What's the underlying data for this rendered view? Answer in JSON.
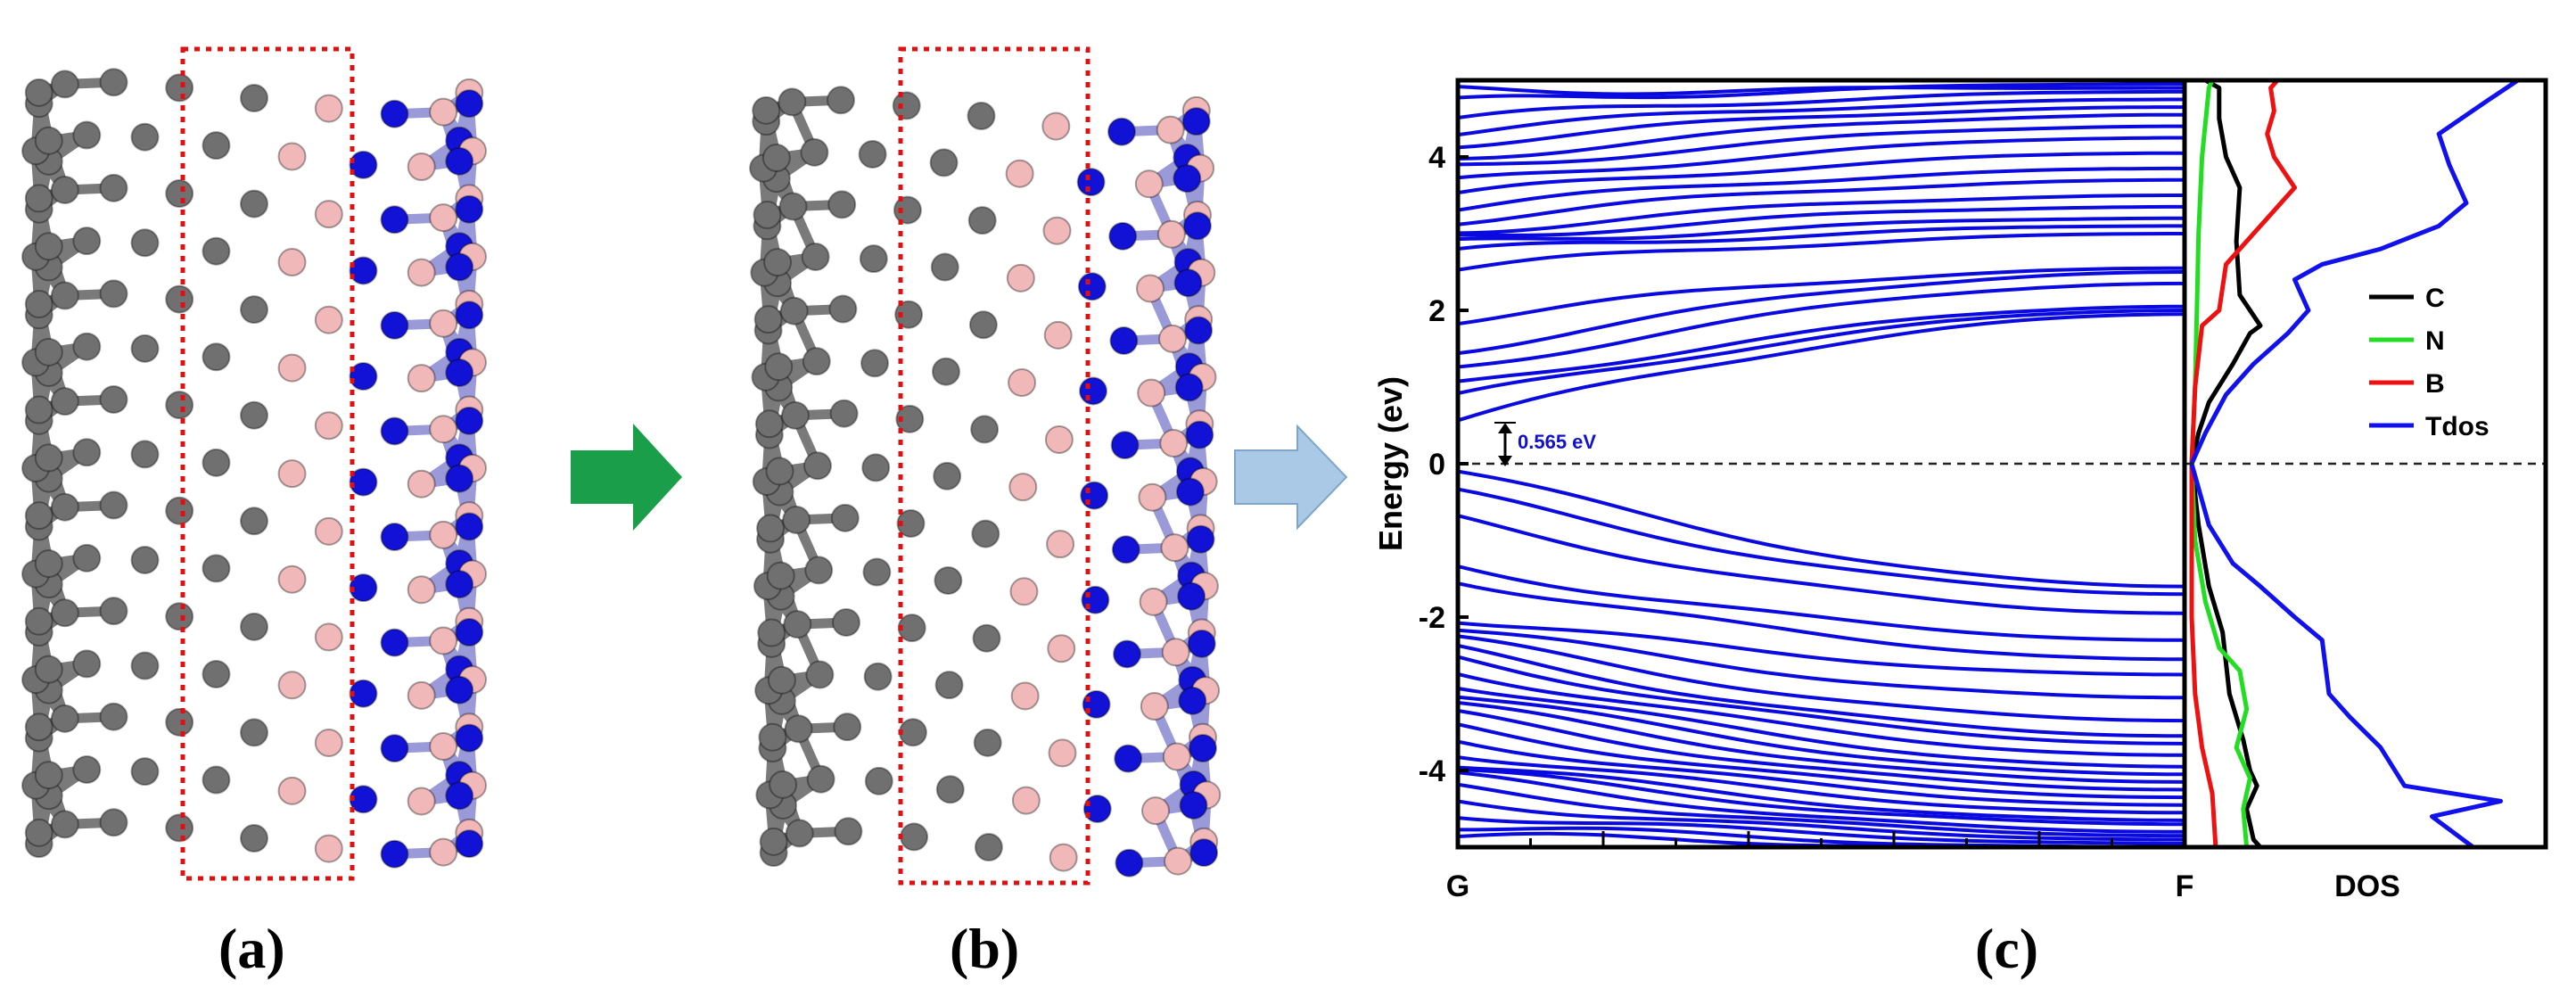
{
  "figure": {
    "labels": {
      "a": "(a)",
      "b": "(b)",
      "c": "(c)"
    }
  },
  "colors": {
    "carbon": "#707070",
    "nitrogen": "#1212d6",
    "boron": "#f0b8b8",
    "highlight_box": "#e01010",
    "band": "#0a0ae0",
    "green_arrow": "#1a9e4a",
    "blue_arrow": "#a9c9e6"
  },
  "chart_data": [
    {
      "type": "line",
      "name": "band-structure",
      "ylabel": "Energy (ev)",
      "ylim": [
        -5,
        5
      ],
      "yticks": [
        -4,
        -2,
        0,
        2,
        4
      ],
      "x_ticks_labeled": [
        "G",
        "F"
      ],
      "band_gap_label": "0.565 eV",
      "band_gap": 0.565,
      "fermi_level": 0,
      "conduction_bands_at_G": [
        0.565,
        0.85,
        1.0,
        1.25,
        1.5,
        1.9,
        2.55,
        2.75,
        2.85,
        2.95,
        3.05,
        3.2,
        3.35,
        3.5,
        3.65,
        3.85,
        4.0,
        4.2,
        4.35,
        4.5,
        4.7,
        4.85
      ],
      "conduction_bands_at_F": [
        1.95,
        2.0,
        2.05,
        2.35,
        2.5,
        2.55,
        3.0,
        3.1,
        3.2,
        3.35,
        3.5,
        3.7,
        3.85,
        4.05,
        4.25,
        4.4,
        4.55,
        4.65,
        4.75,
        4.85,
        4.95,
        4.9
      ],
      "valence_bands_at_G": [
        -0.1,
        -0.4,
        -0.75,
        -1.35,
        -1.5,
        -2.0,
        -2.15,
        -2.3,
        -2.45,
        -2.55,
        -2.7,
        -2.85,
        -3.0,
        -3.15,
        -3.3,
        -3.45,
        -3.6,
        -3.75,
        -3.9,
        -4.0,
        -4.1,
        -4.25,
        -4.4,
        -4.55,
        -4.7,
        -4.85
      ],
      "valence_bands_at_F": [
        -1.6,
        -1.7,
        -1.95,
        -2.3,
        -2.55,
        -2.75,
        -3.05,
        -3.35,
        -3.55,
        -3.65,
        -3.8,
        -3.95,
        -4.05,
        -4.15,
        -4.25,
        -4.35,
        -4.45,
        -4.55,
        -4.65,
        -4.7,
        -4.8,
        -4.85,
        -4.9,
        -4.95,
        -5.0,
        -5.0
      ]
    },
    {
      "type": "line",
      "name": "density-of-states",
      "xlabel": "DOS",
      "ylim": [
        -5,
        5
      ],
      "legend": {
        "position": "right",
        "entries": [
          "C",
          "N",
          "B",
          "Tdos"
        ]
      },
      "series": [
        {
          "name": "C",
          "color": "#000000",
          "points": [
            [
              0.0,
              0.0
            ],
            [
              0.02,
              -0.8
            ],
            [
              0.05,
              -1.6
            ],
            [
              0.09,
              -2.2
            ],
            [
              0.11,
              -3.0
            ],
            [
              0.15,
              -3.6
            ],
            [
              0.17,
              -4.0
            ],
            [
              0.19,
              -4.2
            ],
            [
              0.16,
              -4.5
            ],
            [
              0.18,
              -4.9
            ],
            [
              0.2,
              -5.0
            ],
            [
              0.0,
              0.0
            ],
            [
              0.02,
              0.4
            ],
            [
              0.05,
              0.8
            ],
            [
              0.12,
              1.3
            ],
            [
              0.17,
              1.7
            ],
            [
              0.2,
              1.8
            ],
            [
              0.14,
              2.2
            ],
            [
              0.13,
              2.9
            ],
            [
              0.14,
              3.6
            ],
            [
              0.1,
              4.0
            ],
            [
              0.08,
              4.5
            ],
            [
              0.08,
              4.9
            ],
            [
              0.04,
              5.0
            ]
          ]
        },
        {
          "name": "N",
          "color": "#22dd22",
          "points": [
            [
              0.0,
              0.0
            ],
            [
              0.01,
              -1.0
            ],
            [
              0.04,
              -1.8
            ],
            [
              0.08,
              -2.4
            ],
            [
              0.14,
              -2.7
            ],
            [
              0.16,
              -3.2
            ],
            [
              0.13,
              -3.7
            ],
            [
              0.17,
              -4.1
            ],
            [
              0.15,
              -4.5
            ],
            [
              0.16,
              -5.0
            ],
            [
              0.0,
              0.0
            ],
            [
              0.01,
              1.0
            ],
            [
              0.015,
              2.0
            ],
            [
              0.02,
              3.0
            ],
            [
              0.03,
              4.0
            ],
            [
              0.05,
              4.9
            ],
            [
              0.06,
              5.0
            ]
          ]
        },
        {
          "name": "B",
          "color": "#ee1111",
          "points": [
            [
              0.0,
              0.0
            ],
            [
              0.0,
              -2.0
            ],
            [
              0.01,
              -3.0
            ],
            [
              0.03,
              -3.7
            ],
            [
              0.06,
              -4.3
            ],
            [
              0.07,
              -5.0
            ],
            [
              0.0,
              0.0
            ],
            [
              0.01,
              1.0
            ],
            [
              0.03,
              1.8
            ],
            [
              0.08,
              2.0
            ],
            [
              0.1,
              2.6
            ],
            [
              0.26,
              3.4
            ],
            [
              0.3,
              3.6
            ],
            [
              0.24,
              4.0
            ],
            [
              0.22,
              4.3
            ],
            [
              0.24,
              4.6
            ],
            [
              0.23,
              4.9
            ],
            [
              0.25,
              5.0
            ]
          ]
        },
        {
          "name": "Tdos",
          "color": "#1111ee",
          "points": [
            [
              0.0,
              0.0
            ],
            [
              0.05,
              -0.8
            ],
            [
              0.12,
              -1.3
            ],
            [
              0.2,
              -1.6
            ],
            [
              0.3,
              -2.0
            ],
            [
              0.38,
              -2.3
            ],
            [
              0.4,
              -3.0
            ],
            [
              0.46,
              -3.3
            ],
            [
              0.55,
              -3.7
            ],
            [
              0.62,
              -4.2
            ],
            [
              0.9,
              -4.4
            ],
            [
              0.7,
              -4.6
            ],
            [
              0.82,
              -5.0
            ],
            [
              0.0,
              0.0
            ],
            [
              0.04,
              0.4
            ],
            [
              0.1,
              0.9
            ],
            [
              0.18,
              1.3
            ],
            [
              0.28,
              1.7
            ],
            [
              0.34,
              2.0
            ],
            [
              0.3,
              2.4
            ],
            [
              0.38,
              2.6
            ],
            [
              0.55,
              2.8
            ],
            [
              0.72,
              3.1
            ],
            [
              0.8,
              3.4
            ],
            [
              0.75,
              3.9
            ],
            [
              0.72,
              4.3
            ],
            [
              0.85,
              4.7
            ],
            [
              0.95,
              5.0
            ]
          ]
        }
      ]
    }
  ]
}
